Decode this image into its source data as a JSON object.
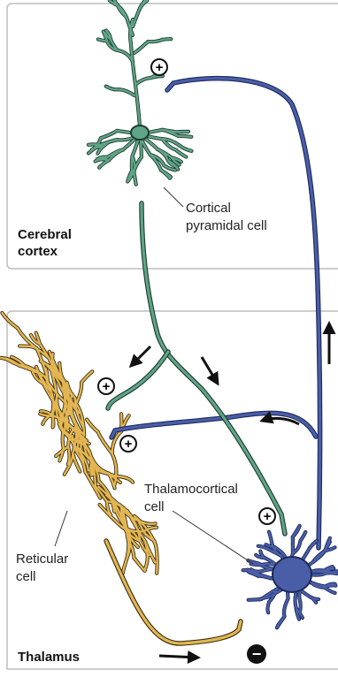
{
  "regions": {
    "cortex": {
      "line1": "Cerebral",
      "line2": "cortex"
    },
    "thalamus": {
      "label": "Thalamus"
    }
  },
  "cells": {
    "pyramidal": {
      "line1": "Cortical",
      "line2": "pyramidal cell",
      "color": "#5fa588"
    },
    "thalamocortical": {
      "line1": "Thalamocortical",
      "line2": "cell",
      "color": "#4a5ea8"
    },
    "reticular": {
      "line1": "Reticular",
      "line2": "cell",
      "color": "#e3b653"
    }
  },
  "signs": {
    "excitatory": "+",
    "inhibitory": "−"
  },
  "colors": {
    "panel_border": "#bdbdbd",
    "outline": "#2a2a2a",
    "arrow": "#111111"
  }
}
